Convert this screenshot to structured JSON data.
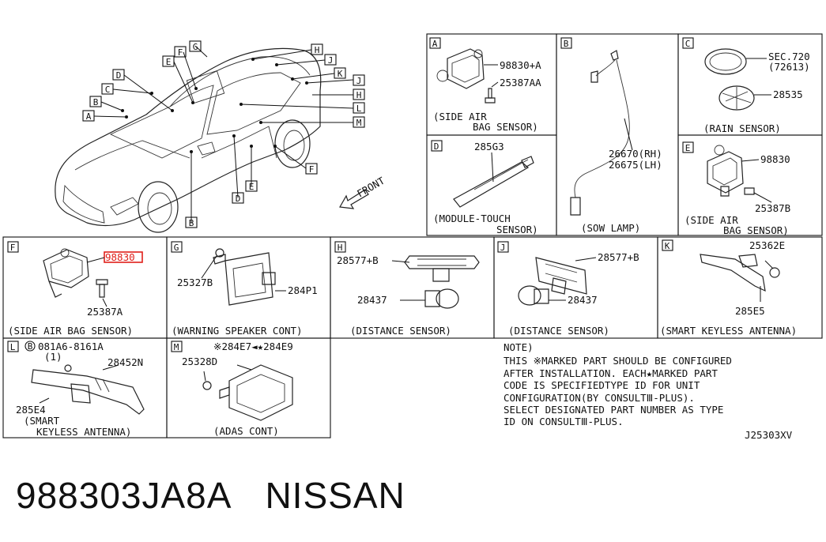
{
  "overview": {
    "tags": [
      "A",
      "B",
      "C",
      "D",
      "E",
      "F",
      "G",
      "H",
      "J",
      "K",
      "J",
      "H",
      "L",
      "M",
      "F",
      "E",
      "D",
      "B"
    ],
    "front_label": "FRONT"
  },
  "panels": {
    "A": {
      "letter": "A",
      "parts": [
        "98830+A",
        "25387AA"
      ],
      "caption_line1": "(SIDE AIR",
      "caption_line2": "BAG SENSOR)"
    },
    "B": {
      "letter": "B",
      "parts": [
        "26670(RH)",
        "26675(LH)"
      ],
      "caption": "(SOW LAMP)"
    },
    "C": {
      "letter": "C",
      "parts": [
        "SEC.720",
        "(72613)",
        "28535"
      ],
      "caption": "(RAIN SENSOR)"
    },
    "D": {
      "letter": "D",
      "parts": [
        "285G3"
      ],
      "caption_line1": "(MODULE-TOUCH",
      "caption_line2": "SENSOR)"
    },
    "E": {
      "letter": "E",
      "parts": [
        "98830",
        "25387B"
      ],
      "caption_line1": "(SIDE AIR",
      "caption_line2": "BAG SENSOR)"
    },
    "F": {
      "letter": "F",
      "parts": [
        "98830",
        "25387A"
      ],
      "caption": "(SIDE AIR BAG SENSOR)"
    },
    "G": {
      "letter": "G",
      "parts": [
        "25327B",
        "284P1"
      ],
      "caption": "(WARNING SPEAKER CONT)"
    },
    "H": {
      "letter": "H",
      "parts": [
        "28577+B",
        "28437"
      ],
      "caption": "(DISTANCE SENSOR)"
    },
    "J": {
      "letter": "J",
      "parts": [
        "28577+B",
        "28437"
      ],
      "caption": "(DISTANCE SENSOR)"
    },
    "K": {
      "letter": "K",
      "parts": [
        "25362E",
        "285E5"
      ],
      "caption": "(SMART KEYLESS ANTENNA)"
    },
    "L": {
      "letter": "L",
      "circled": "B",
      "parts": [
        "081A6-8161A",
        "(1)",
        "28452N",
        "285E4"
      ],
      "caption_line1": "(SMART",
      "caption_line2": "KEYLESS ANTENNA)"
    },
    "M": {
      "letter": "M",
      "parts": [
        "※284E7◄★284E9",
        "25328D"
      ],
      "caption": "(ADAS CONT)"
    }
  },
  "note": {
    "title": "NOTE)",
    "lines": [
      "THIS ※MARKED PART SHOULD BE CONFIGURED",
      "AFTER INSTALLATION. EACH★MARKED PART",
      "CODE IS SPECIFIEDTYPE ID FOR UNIT",
      "CONFIGURATION(BY CONSULTⅢ-PLUS).",
      "SELECT DESIGNATED PART NUMBER AS TYPE",
      "ID ON CONSULTⅢ-PLUS."
    ],
    "diagram_code": "J25303XV"
  },
  "footer": {
    "part_number": "988303JA8A",
    "brand": "NISSAN"
  },
  "colors": {
    "highlight": "#e0201b",
    "ink": "#111111"
  }
}
